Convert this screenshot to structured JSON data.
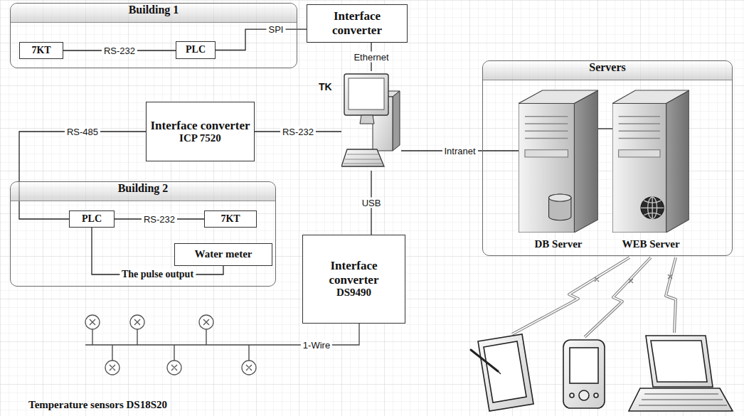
{
  "diagram": {
    "nodes": [
      {
        "text": [
          "Building 1"
        ]
      },
      {
        "text": [
          "7KT"
        ],
        "in": 0
      },
      {
        "text": [
          "PLC"
        ],
        "in": 0
      },
      {
        "text": [
          "Interface converter"
        ]
      },
      {
        "text": [
          "TK"
        ]
      },
      {
        "text": [
          "Interface converter",
          "ICP 7520"
        ]
      },
      {
        "text": [
          "Servers"
        ]
      },
      {
        "text": [
          "DB Server"
        ],
        "in": 6
      },
      {
        "text": [
          "WEB Server"
        ],
        "in": 6
      },
      {
        "text": [
          "Building 2"
        ]
      },
      {
        "text": [
          "PLC"
        ],
        "in": 9
      },
      {
        "text": [
          "7KT"
        ],
        "in": 9
      },
      {
        "text": [
          "Water meter"
        ],
        "in": 9
      },
      {
        "text": [
          "Interface converter",
          "DS9490"
        ]
      }
    ],
    "edges": [
      {
        "from": 1,
        "to": 2,
        "label": "RS-232",
        "arrow": "none"
      },
      {
        "from": 2,
        "to": 3,
        "label": "SPI",
        "arrow": "none"
      },
      {
        "from": 3,
        "to": 4,
        "label": "Ethernet",
        "arrow": "none"
      },
      {
        "from": 5,
        "to": 4,
        "label": "RS-232",
        "arrow": "none"
      },
      {
        "from": 10,
        "to": 5,
        "label": "RS-485",
        "arrow": "none"
      },
      {
        "from": 10,
        "to": 11,
        "label": "RS-232",
        "arrow": "none"
      },
      {
        "from": 4,
        "to": 13,
        "label": "USB",
        "arrow": "none"
      },
      {
        "from": 4,
        "to": 7,
        "label": "Intranet",
        "arrow": "none"
      },
      {
        "from": 7,
        "to": 8,
        "arrow": "none"
      },
      {
        "from": 10,
        "to": 12,
        "label": "The pulse output",
        "arrow": "none"
      }
    ],
    "labels": [
      "1-Wire",
      "Temperature sensors DS18S20"
    ]
  }
}
